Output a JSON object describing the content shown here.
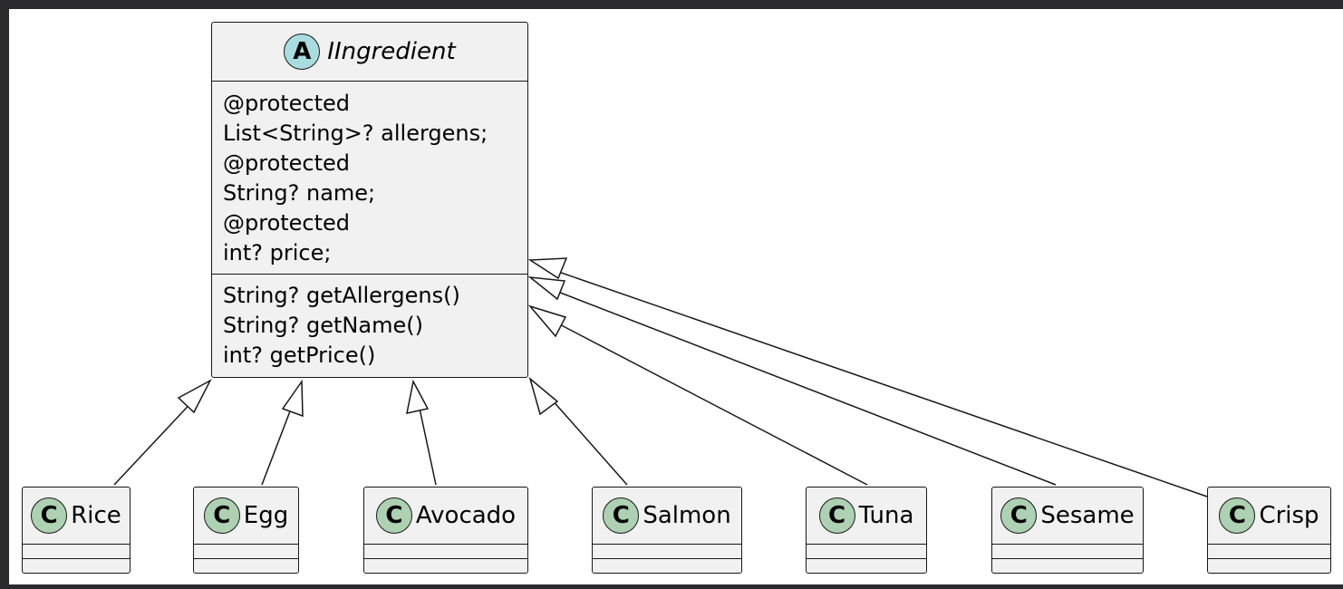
{
  "diagram": {
    "abstract_class": {
      "badge": "A",
      "name": "IIngredient",
      "attributes": [
        "@protected",
        "List<String>? allergens;",
        "@protected",
        "String? name;",
        "@protected",
        "int? price;"
      ],
      "methods": [
        "String? getAllergens()",
        "String? getName()",
        "int? getPrice()"
      ]
    },
    "concrete_classes": [
      {
        "badge": "C",
        "name": "Rice"
      },
      {
        "badge": "C",
        "name": "Egg"
      },
      {
        "badge": "C",
        "name": "Avocado"
      },
      {
        "badge": "C",
        "name": "Salmon"
      },
      {
        "badge": "C",
        "name": "Tuna"
      },
      {
        "badge": "C",
        "name": "Sesame"
      },
      {
        "badge": "C",
        "name": "Crisp"
      }
    ],
    "colors": {
      "box_fill": "#f1f1f1",
      "border": "#181818",
      "abstract_badge": "#a9dcdf",
      "class_badge": "#add1b2",
      "frame": "#2b2b2e"
    }
  }
}
